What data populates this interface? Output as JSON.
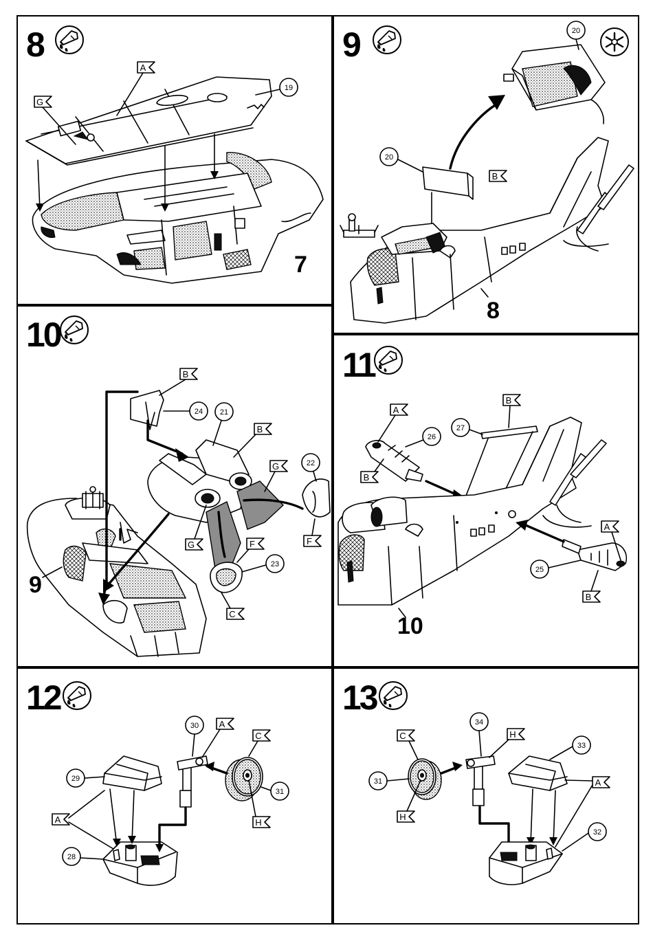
{
  "steps": [
    {
      "id": "step-8",
      "number": "8",
      "icon": "glue-tube-icon",
      "parts": [
        "19"
      ],
      "labels": [
        "A",
        "G"
      ],
      "subassembly": "7"
    },
    {
      "id": "step-9",
      "number": "9",
      "icon": "glue-tube-icon",
      "extra_icon": "asterisk-icon",
      "parts": [
        "20",
        "20"
      ],
      "labels": [
        "B"
      ],
      "subassembly": "8"
    },
    {
      "id": "step-10",
      "number": "10",
      "icon": "glue-tube-icon",
      "parts": [
        "24",
        "21",
        "22",
        "23"
      ],
      "labels": [
        "B",
        "B",
        "G",
        "F",
        "G",
        "F",
        "C"
      ],
      "subassembly": "9"
    },
    {
      "id": "step-11",
      "number": "11",
      "icon": "glue-tube-icon",
      "parts": [
        "26",
        "27",
        "25"
      ],
      "labels": [
        "A",
        "B",
        "B",
        "A",
        "B"
      ],
      "subassembly": "10"
    },
    {
      "id": "step-12",
      "number": "12",
      "icon": "glue-tube-icon",
      "parts": [
        "30",
        "29",
        "31",
        "28"
      ],
      "labels": [
        "A",
        "C",
        "H",
        "A"
      ]
    },
    {
      "id": "step-13",
      "number": "13",
      "icon": "glue-tube-icon",
      "parts": [
        "34",
        "33",
        "31",
        "32"
      ],
      "labels": [
        "C",
        "H",
        "H",
        "A"
      ]
    }
  ]
}
